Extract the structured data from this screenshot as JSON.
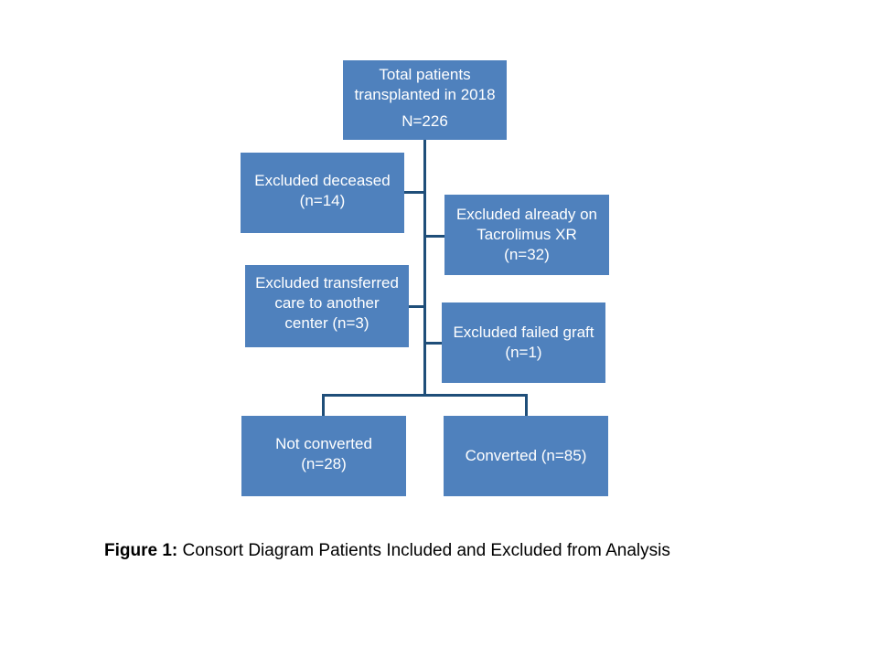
{
  "diagram": {
    "root": {
      "line1": "Total patients",
      "line2": "transplanted  in 2018",
      "line3": "N=226"
    },
    "exclusions": [
      {
        "text": "Excluded  deceased\n(n=14)"
      },
      {
        "text": "Excluded already on\nTacrolimus XR\n(n=32)"
      },
      {
        "text": "Excluded transferred\ncare to another\ncenter (n=3)"
      },
      {
        "text": "Excluded failed graft\n(n=1)"
      }
    ],
    "outcomes": [
      {
        "text": "Not converted\n(n=28)"
      },
      {
        "text": "Converted  (n=85)"
      }
    ],
    "colors": {
      "box_fill": "#4f81bd",
      "connector": "#1f4e79",
      "text": "#ffffff"
    }
  },
  "caption": {
    "label": "Figure 1:",
    "text": " Consort Diagram Patients Included and Excluded from Analysis"
  }
}
